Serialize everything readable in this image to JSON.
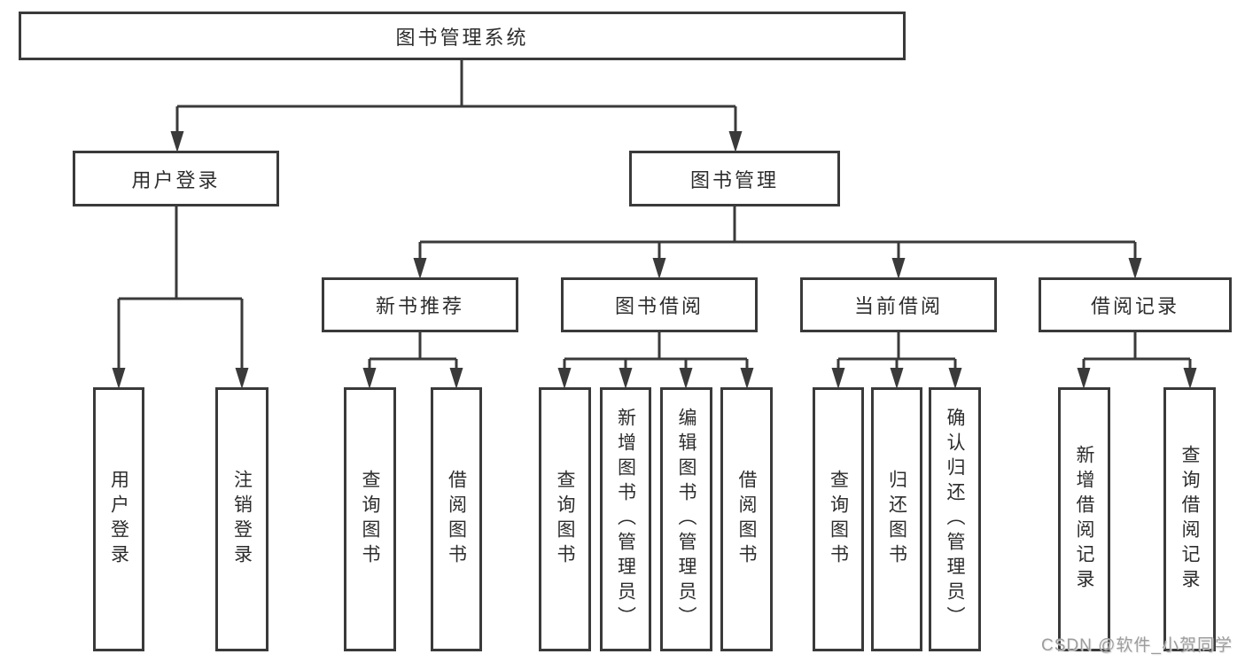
{
  "tree": {
    "root": {
      "label": "图书管理系统",
      "children": [
        {
          "label": "用户登录",
          "children": [
            {
              "label": "用户登录"
            },
            {
              "label": "注销登录"
            }
          ]
        },
        {
          "label": "图书管理",
          "children": [
            {
              "label": "新书推荐",
              "children": [
                {
                  "label": "查询图书"
                },
                {
                  "label": "借阅图书"
                }
              ]
            },
            {
              "label": "图书借阅",
              "children": [
                {
                  "label": "查询图书"
                },
                {
                  "label": "新增图书（管理员）"
                },
                {
                  "label": "编辑图书（管理员）"
                },
                {
                  "label": "借阅图书"
                }
              ]
            },
            {
              "label": "当前借阅",
              "children": [
                {
                  "label": "查询图书"
                },
                {
                  "label": "归还图书"
                },
                {
                  "label": "确认归还（管理员）"
                }
              ]
            },
            {
              "label": "借阅记录",
              "children": [
                {
                  "label": "新增借阅记录"
                },
                {
                  "label": "查询借阅记录"
                }
              ]
            }
          ]
        }
      ]
    }
  },
  "watermark": {
    "text": "CSDN @软件_小贺同学"
  },
  "colors": {
    "line": "#3a3a3a",
    "text": "#2d2d2d",
    "watermark": "#9d9d9d",
    "background": "#ffffff"
  }
}
